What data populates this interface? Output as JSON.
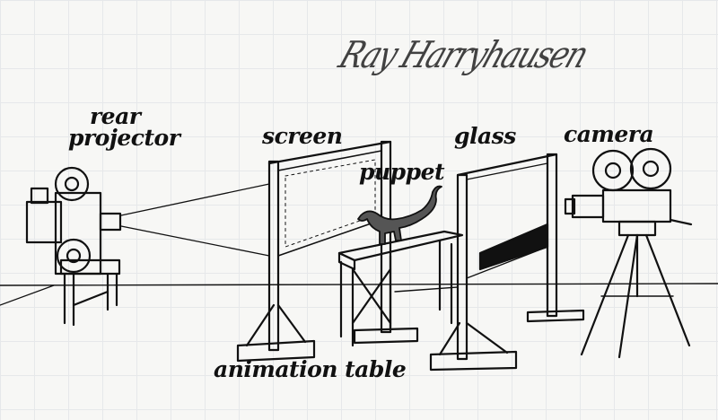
{
  "signature": "Ray Harryhausen",
  "labels": {
    "rear_projector": [
      "rear",
      "projector"
    ],
    "screen": "screen",
    "puppet": "puppet",
    "glass": "glass",
    "camera": "camera",
    "animation_table": "animation table"
  },
  "colors": {
    "ink": "#111111",
    "paper": "#f7f7f5",
    "grid": "#e6e8ea"
  }
}
